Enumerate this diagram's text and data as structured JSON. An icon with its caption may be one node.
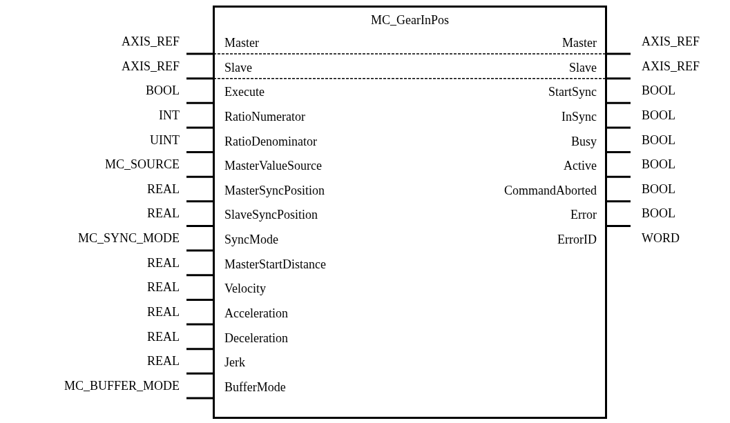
{
  "diagram": {
    "nodes": [
      {
        "text": [
          "MC_GearInPos",
          "Master",
          "Master",
          "Slave",
          "Slave",
          "Execute",
          "StartSync",
          "RatioNumerator",
          "InSync",
          "RatioDenominator",
          "Busy",
          "MasterValueSource",
          "Active",
          "MasterSyncPosition",
          "CommandAborted",
          "SlaveSyncPosition",
          "Error",
          "SyncMode",
          "ErrorID",
          "MasterStartDistance",
          "Velocity",
          "Acceleration",
          "Deceleration",
          "Jerk",
          "BufferMode"
        ]
      }
    ],
    "labels": [
      "AXIS_REF",
      "AXIS_REF",
      "AXIS_REF",
      "AXIS_REF",
      "BOOL",
      "BOOL",
      "INT",
      "BOOL",
      "UINT",
      "BOOL",
      "MC_SOURCE",
      "BOOL",
      "REAL",
      "BOOL",
      "REAL",
      "BOOL",
      "MC_SYNC_MODE",
      "WORD",
      "REAL",
      "REAL",
      "REAL",
      "REAL",
      "REAL",
      "MC_BUFFER_MODE"
    ]
  }
}
